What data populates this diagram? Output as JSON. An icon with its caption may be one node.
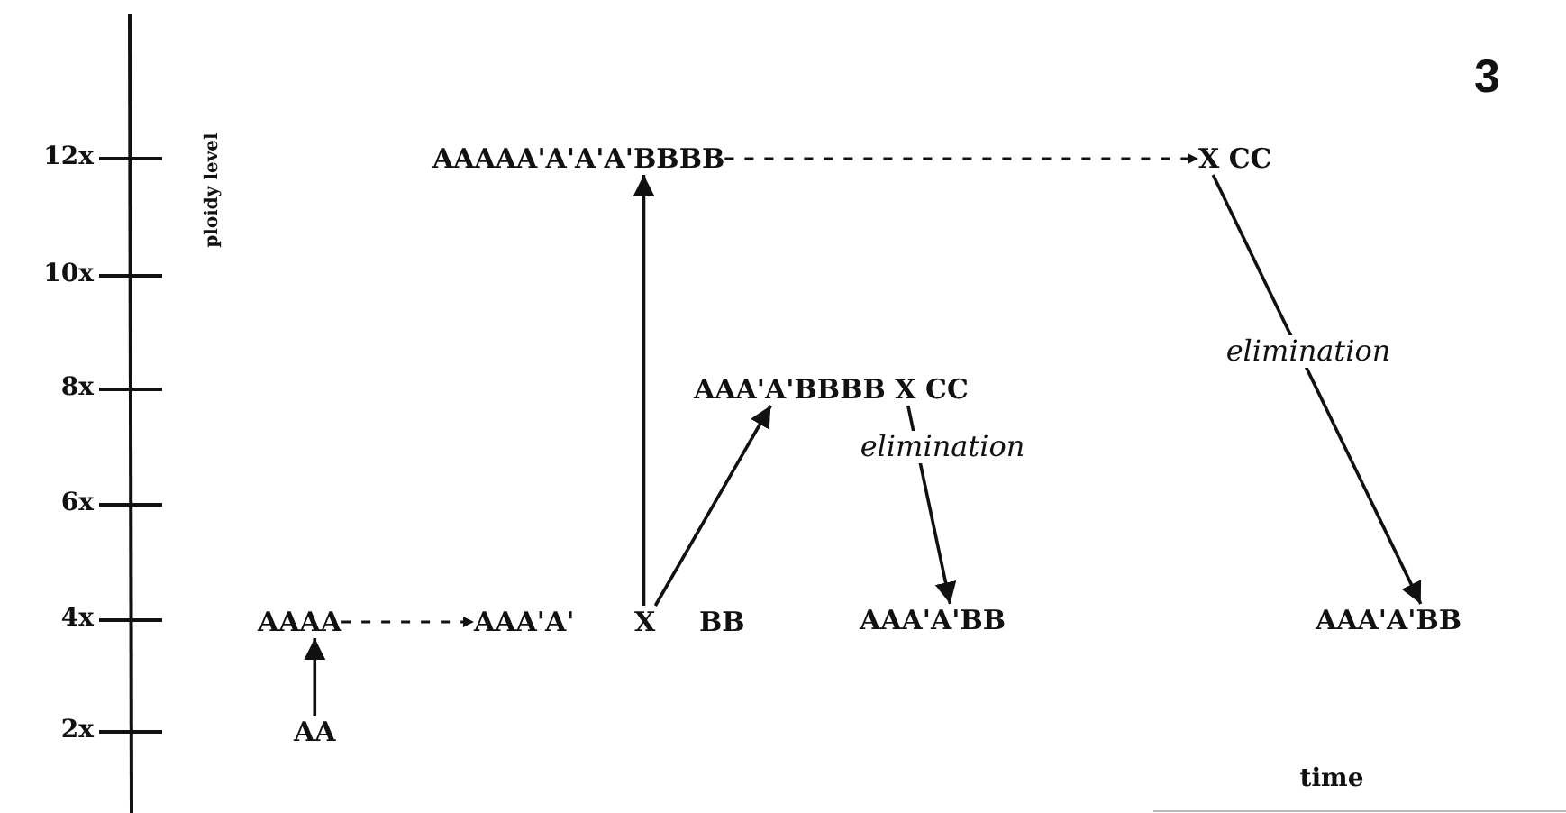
{
  "diagram": {
    "nodes": [
      {
        "text": [
          "AA"
        ]
      },
      {
        "text": [
          "AAAA"
        ]
      },
      {
        "text": [
          "AAA'A'"
        ]
      },
      {
        "text": [
          "X"
        ]
      },
      {
        "text": [
          "BB"
        ]
      },
      {
        "text": [
          "AAAAA'A'A'A'BBBB"
        ]
      },
      {
        "text": [
          "X CC"
        ]
      },
      {
        "text": [
          "AAA'A'BBBB X CC"
        ]
      },
      {
        "text": [
          "AAA'A'BB"
        ]
      },
      {
        "text": [
          "AAA'A'BB"
        ]
      }
    ],
    "edges": [
      {
        "from": 0,
        "to": 1,
        "arrow": "to"
      },
      {
        "from": 1,
        "to": 2,
        "arrow": "to",
        "style": "dashed"
      },
      {
        "from": 3,
        "to": 5,
        "arrow": "to"
      },
      {
        "from": 3,
        "to": 7,
        "arrow": "to"
      },
      {
        "from": 5,
        "to": 6,
        "arrow": "to",
        "style": "dashed"
      },
      {
        "from": 7,
        "to": 8,
        "arrow": "to",
        "label": "elimination"
      },
      {
        "from": 6,
        "to": 9,
        "arrow": "to",
        "label": "elimination"
      }
    ],
    "labels": [
      "3",
      "12x",
      "ploidy level",
      "10x",
      "8x",
      "6x",
      "4x",
      "2x",
      "time"
    ]
  }
}
